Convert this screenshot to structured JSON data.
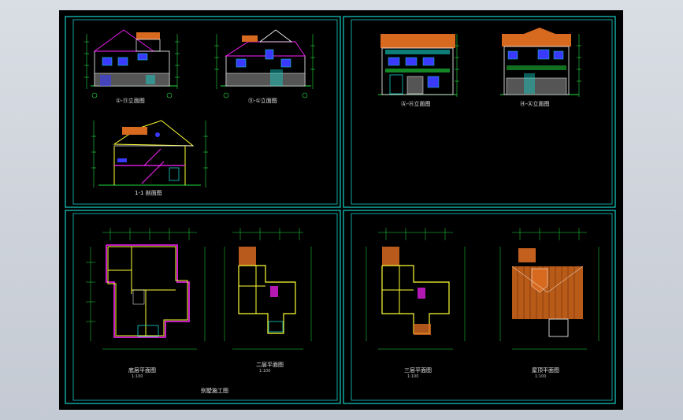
{
  "viewport": {
    "background": "#000000",
    "frame_color": "#16d0c8"
  },
  "panels": {
    "top_left": {
      "elevation_1_label": "①-⑪立面图",
      "elevation_2_label": "⑪-①立面图",
      "section_label": "1-1 剖面图"
    },
    "top_right": {
      "elevation_3_label": "Ⓐ-Ⓗ立面图",
      "elevation_4_label": "Ⓗ-Ⓐ立面图"
    },
    "bottom_left": {
      "plan_1_label": "底层平面图",
      "plan_1_scale": "1:100",
      "plan_2_label": "二层平面图",
      "plan_2_scale": "1:100",
      "caption": "别墅施工图"
    },
    "bottom_right": {
      "plan_3_label": "三层平面图",
      "plan_3_scale": "1:100",
      "plan_4_label": "屋顶平面图",
      "plan_4_scale": "1:100"
    }
  },
  "colors": {
    "cyan": "#16d0c8",
    "green": "#22e040",
    "yellow": "#ffff33",
    "magenta": "#ff22ff",
    "orange": "#d86a20",
    "white": "#ffffff",
    "blue": "#3a3aff"
  }
}
